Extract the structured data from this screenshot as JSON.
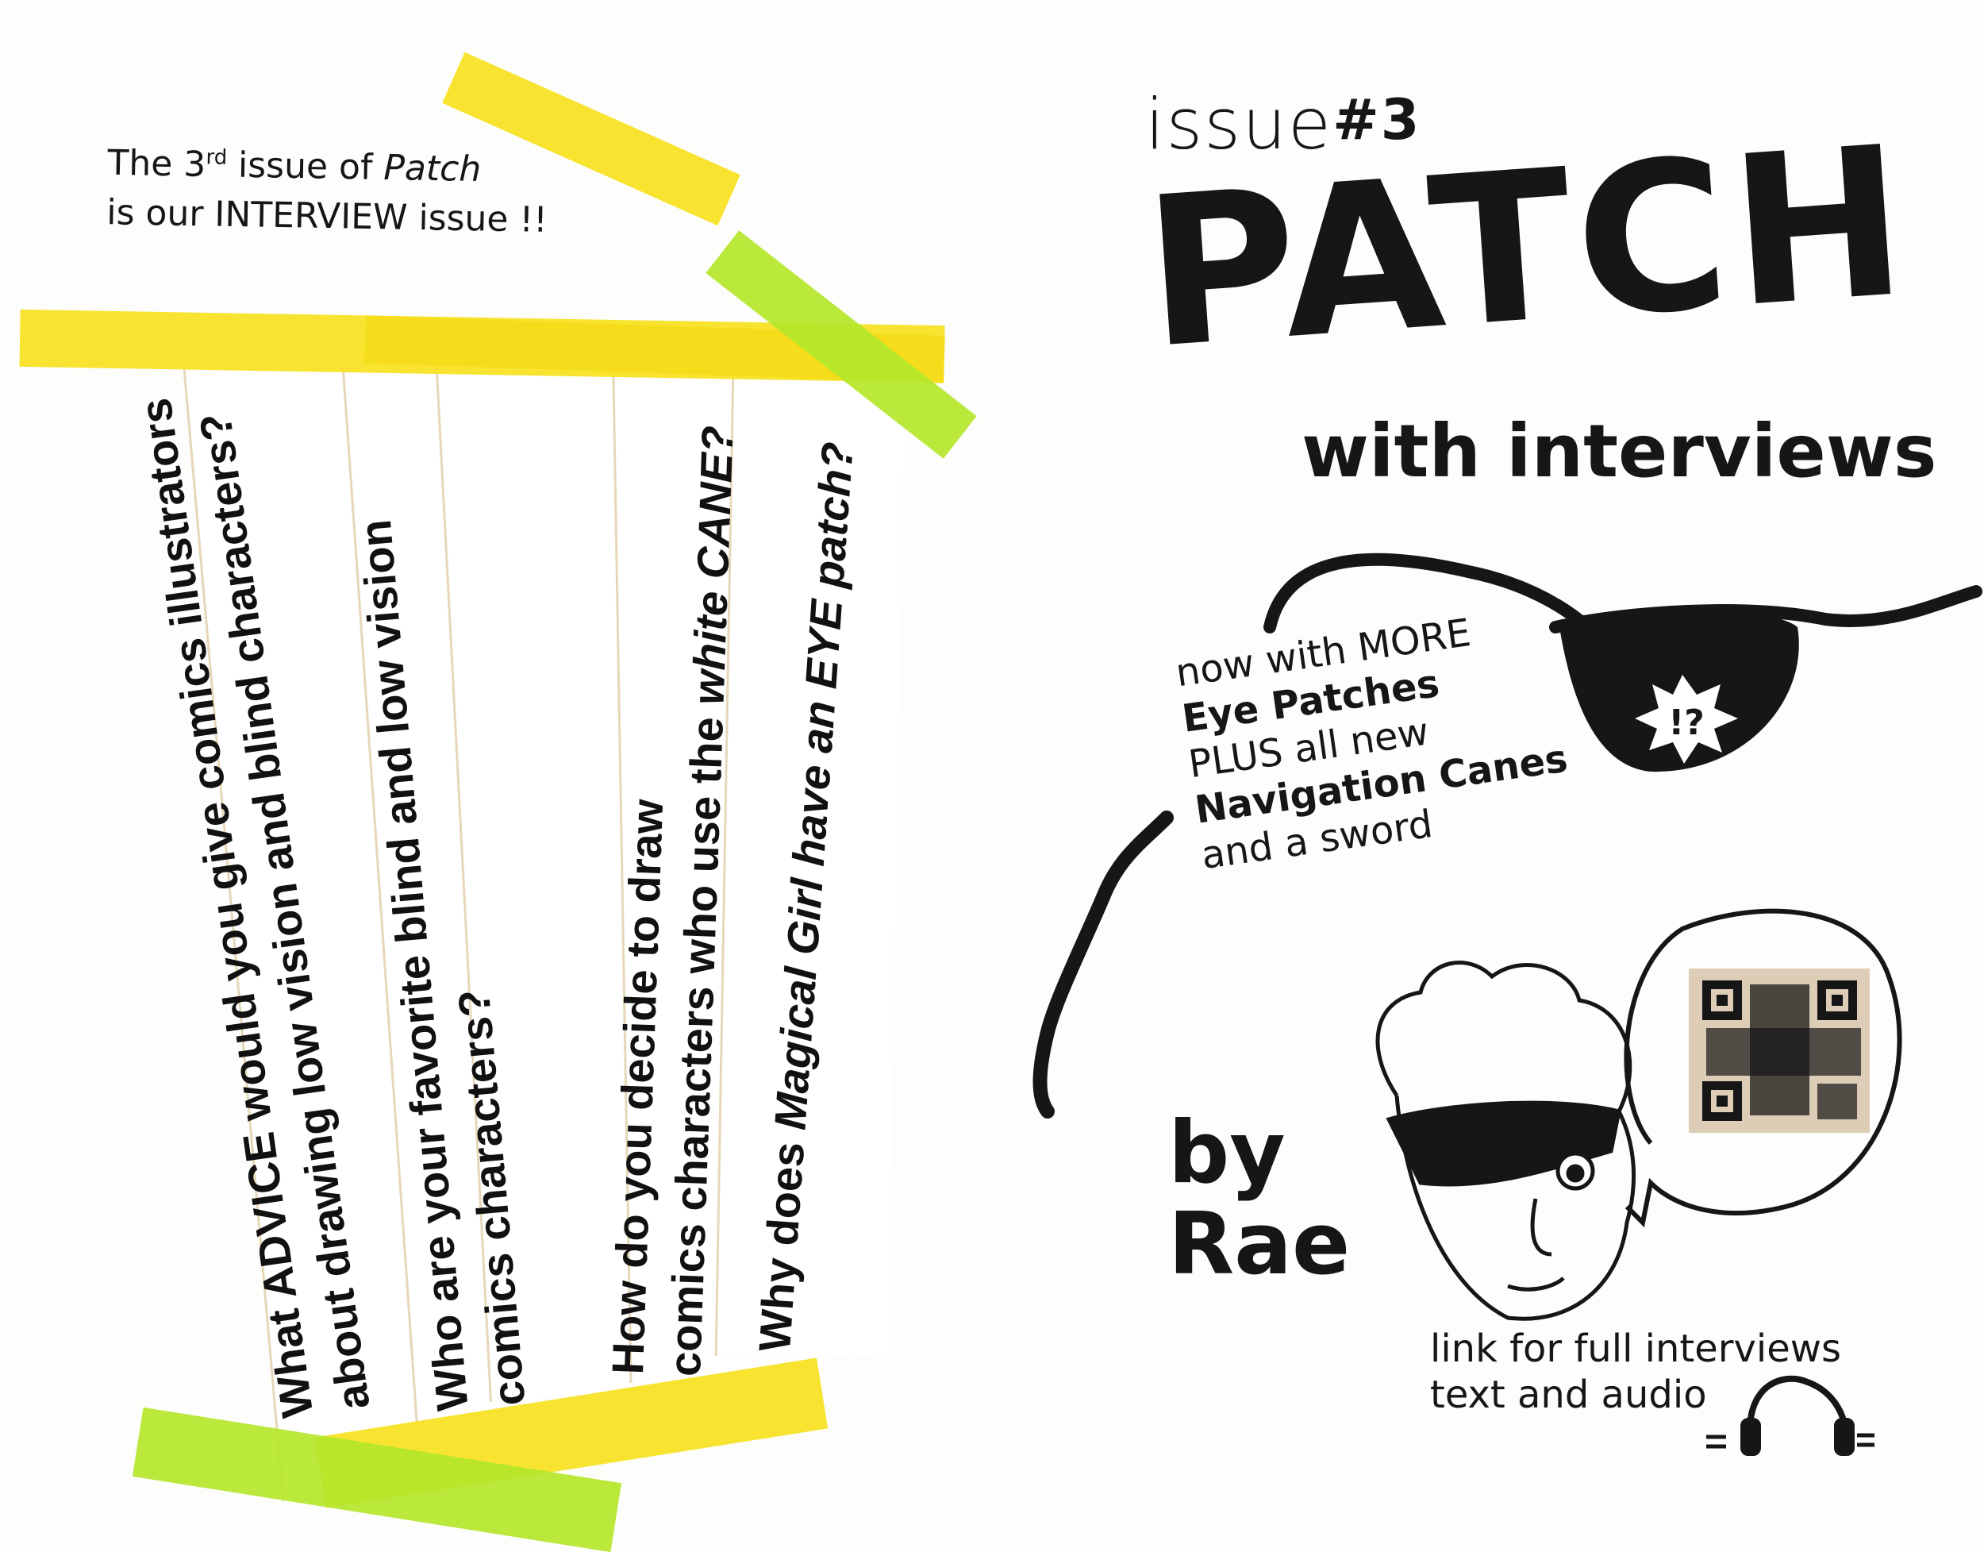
{
  "intro": {
    "line1_pre": "The 3",
    "line1_sup": "rd",
    "line1_mid": " issue of ",
    "line1_italic": "Patch",
    "line2": "is our INTERVIEW issue !!"
  },
  "questions": [
    {
      "line1": "What ADVICE would you give comics illustrators",
      "line2": "about drawing low vision and blind characters?"
    },
    {
      "line1": "Who are your favorite blind and low vision",
      "line2": "comics characters?"
    },
    {
      "line1": "How do you decide to draw",
      "line2_pre": "comics characters who use the ",
      "line2_italic": "white CANE?"
    },
    {
      "line1_pre": "Why does ",
      "line1_italic": "Magical Girl have an EYE patch?"
    }
  ],
  "cover": {
    "issue_label": "issue",
    "issue_number": "#3",
    "title": "PATCH",
    "subtitle": "with interviews",
    "patch_mark": "!?",
    "blurb": [
      "now with MORE",
      "Eye Patches",
      "PLUS all new",
      "Navigation Canes",
      "and a sword"
    ],
    "byline": [
      "by",
      "Rae"
    ],
    "link_text": [
      "link for full interviews",
      "text and audio"
    ]
  },
  "colors": {
    "yellow_tape": "#f7e21e",
    "green_tape": "#b4e62a",
    "ink": "#161616",
    "paper": "#fdfdfb"
  },
  "icons": [
    "eye-patch-icon",
    "qr-code-icon",
    "headphones-icon",
    "face-drawing"
  ]
}
